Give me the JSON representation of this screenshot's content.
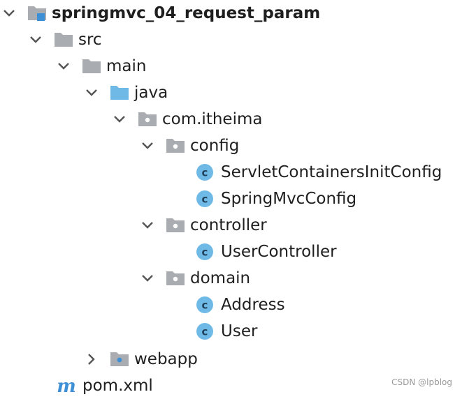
{
  "project_tree": {
    "root": {
      "label": "springmvc_04_request_param",
      "expanded": true,
      "icon": "module-folder-icon"
    },
    "src": {
      "label": "src",
      "expanded": true,
      "icon": "folder-icon"
    },
    "main": {
      "label": "main",
      "expanded": true,
      "icon": "folder-icon"
    },
    "java": {
      "label": "java",
      "expanded": true,
      "icon": "source-root-folder-icon",
      "color": "#6fb9e6"
    },
    "package_root": {
      "label": "com.itheima",
      "expanded": true,
      "icon": "package-icon"
    },
    "config": {
      "label": "config",
      "expanded": true,
      "icon": "package-icon",
      "children": [
        "ServletContainersInitConfig",
        "SpringMvcConfig"
      ]
    },
    "controller": {
      "label": "controller",
      "expanded": true,
      "icon": "package-icon",
      "children": [
        "UserController"
      ]
    },
    "domain": {
      "label": "domain",
      "expanded": true,
      "icon": "package-icon",
      "children": [
        "Address",
        "User"
      ]
    },
    "webapp": {
      "label": "webapp",
      "expanded": false,
      "icon": "web-folder-icon"
    },
    "pom": {
      "label": "pom.xml",
      "icon": "maven-icon"
    }
  },
  "colors": {
    "folder": "#a9adb2",
    "source_root": "#6fb9e6",
    "class_icon": "#6fb9e6",
    "maven": "#3d8fd6",
    "text": "#1f1f1f"
  },
  "watermark": "CSDN @lpblog"
}
